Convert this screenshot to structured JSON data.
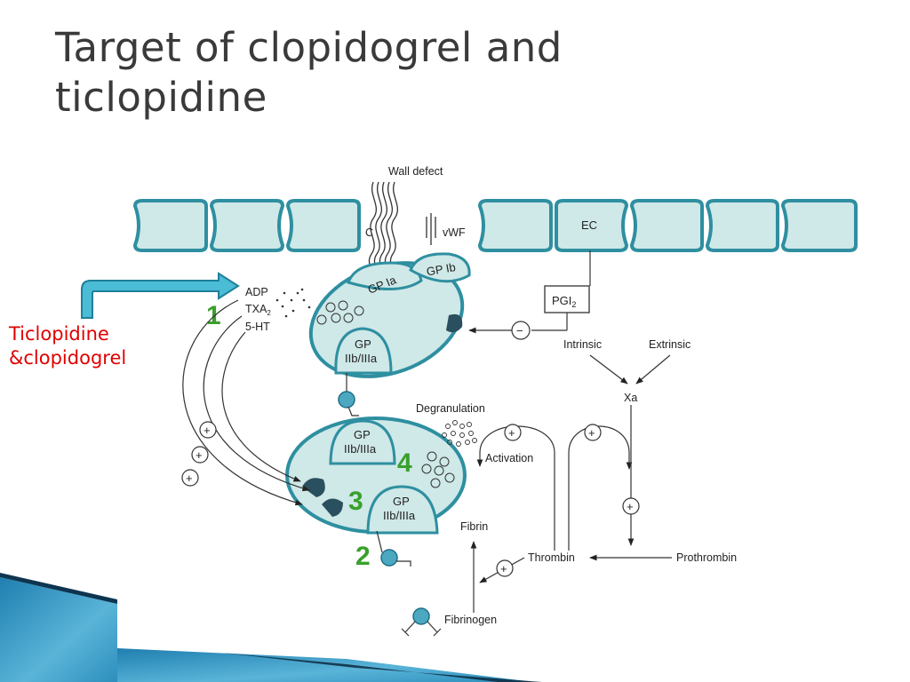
{
  "title": "Target of clopidogrel and ticlopidine",
  "drug_label": {
    "line1": "Ticlopidine",
    "line2": "&clopidogrel"
  },
  "colors": {
    "teal_fill": "#cfe8e8",
    "teal_stroke": "#2e8fa0",
    "arrow_fill": "#4bbcd6",
    "arrow_stroke": "#1f7f98",
    "number_green": "#3aa02c",
    "label_red": "#e00000",
    "wedge_dark": "#2a4f5f",
    "corner_blue": "#1f7fb0"
  },
  "diagram": {
    "wall_defect": "Wall defect",
    "collagen": "C",
    "vwf": "vWF",
    "ec": "EC",
    "pgi2": "PGI",
    "pgi2_sub": "2",
    "inhibit_sign": "−",
    "activate_sign": "+",
    "mediators": {
      "adp": "ADP",
      "txa": "TXA",
      "txa_sub": "2",
      "ht": "5-HT"
    },
    "gp_ia": "GP Ia",
    "gp_ib": "GP Ib",
    "gp": "GP",
    "iib_iiia": "IIb/IIIa",
    "numbers": [
      "1",
      "2",
      "3",
      "4"
    ],
    "degranulation": "Degranulation",
    "activation": "Activation",
    "fibrin": "Fibrin",
    "fibrinogen": "Fibrinogen",
    "thrombin": "Thrombin",
    "prothrombin": "Prothrombin",
    "intrinsic": "Intrinsic",
    "extrinsic": "Extrinsic",
    "xa": "Xa"
  }
}
